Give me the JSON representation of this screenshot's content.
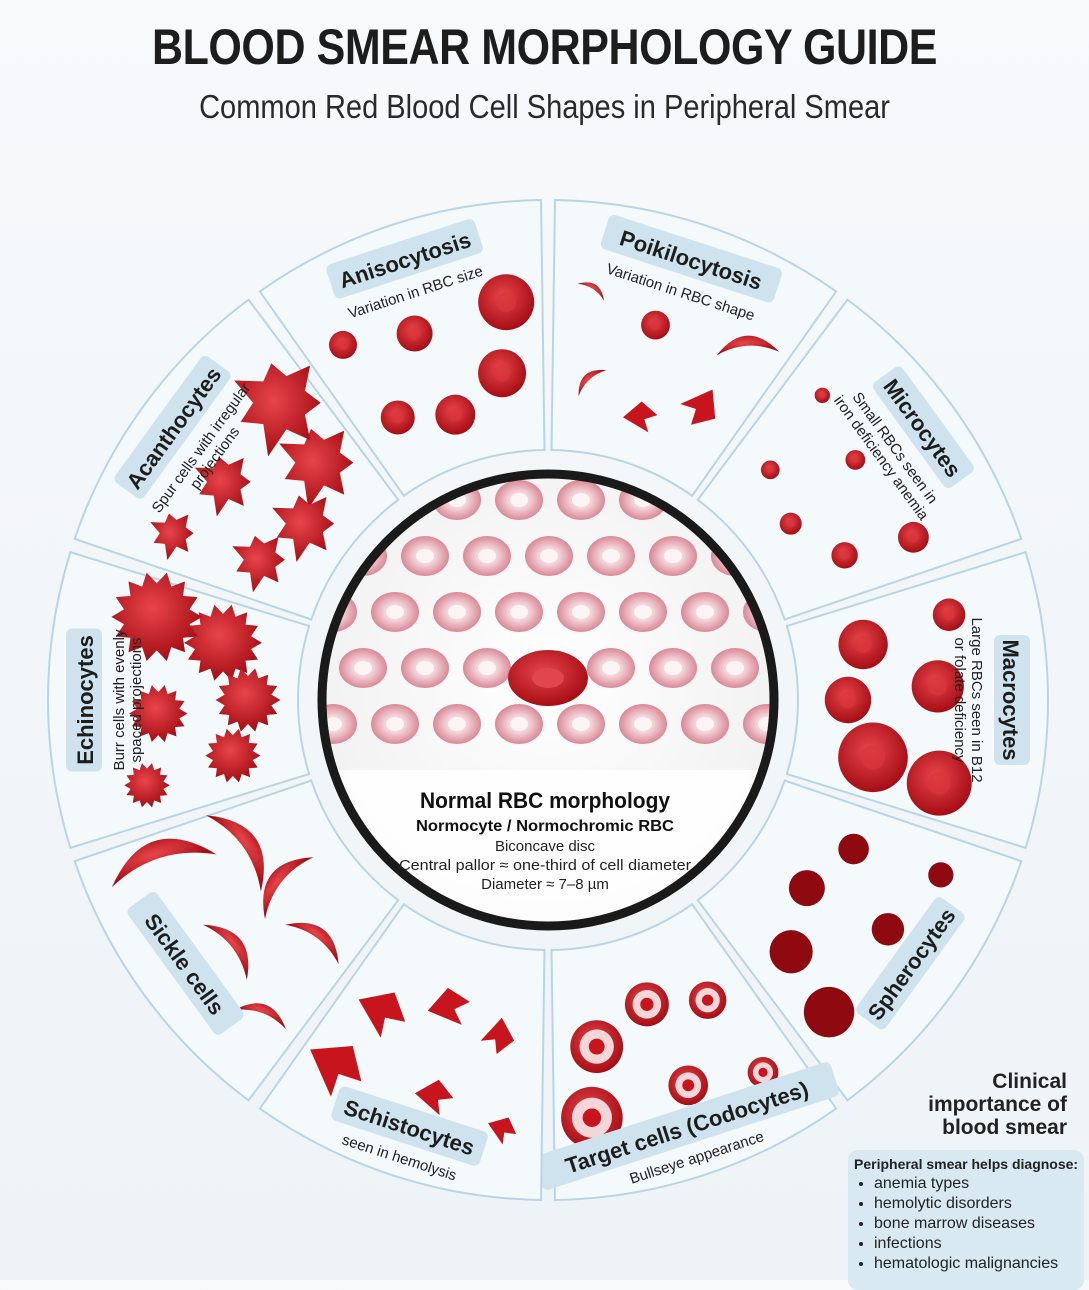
{
  "header": {
    "title": "BLOOD SMEAR MORPHOLOGY GUIDE",
    "subtitle": "Common Red Blood Cell Shapes in Peripheral Smear"
  },
  "colors": {
    "rbc": "#c8141c",
    "rbc_dark": "#8e0a10",
    "tab": "#cfe3ef",
    "panel": "#f4f9fc",
    "lens_border": "#1a1a1a"
  },
  "sectors": [
    {
      "name": "Anisocytosis",
      "desc": [
        "Variation in RBC size"
      ],
      "cell": "disc"
    },
    {
      "name": "Poikilocytosis",
      "desc": [
        "Variation in RBC shape"
      ],
      "cell": "mixed"
    },
    {
      "name": "Microcytes",
      "desc": [
        "Small RBCs seen in",
        "iron deficiency anemia"
      ],
      "cell": "small"
    },
    {
      "name": "Macrocytes",
      "desc": [
        "Large RBCs seen in B12",
        "or folate deficiency"
      ],
      "cell": "large"
    },
    {
      "name": "Spherocytes",
      "desc": [],
      "cell": "sphere"
    },
    {
      "name": "Target cells (Codocytes)",
      "desc": [
        "Bullseye appearance"
      ],
      "cell": "target"
    },
    {
      "name": "Schistocytes",
      "desc": [
        "seen in hemolysis"
      ],
      "cell": "frag"
    },
    {
      "name": "Sickle cells",
      "desc": [],
      "cell": "sickle"
    },
    {
      "name": "Echinocytes",
      "desc": [
        "Burr cells with evenly",
        "spaced projections"
      ],
      "cell": "burr"
    },
    {
      "name": "Acanthocytes",
      "desc": [
        "Spur cells with irregular",
        "projections"
      ],
      "cell": "spur"
    }
  ],
  "center": {
    "title": "Normal RBC morphology",
    "subtitle": "Normocyte / Normochromic RBC",
    "lines": [
      "Biconcave disc",
      "Central pallor ≈ one-third of cell diameter",
      "Diameter ≈ 7–8 µm"
    ]
  },
  "clinical": {
    "heading": [
      "Clinical",
      "importance of",
      "blood smear"
    ],
    "lead": "Peripheral smear helps diagnose:",
    "items": [
      "anemia types",
      "hemolytic disorders",
      "bone marrow diseases",
      "infections",
      "hematologic malignancies"
    ]
  }
}
